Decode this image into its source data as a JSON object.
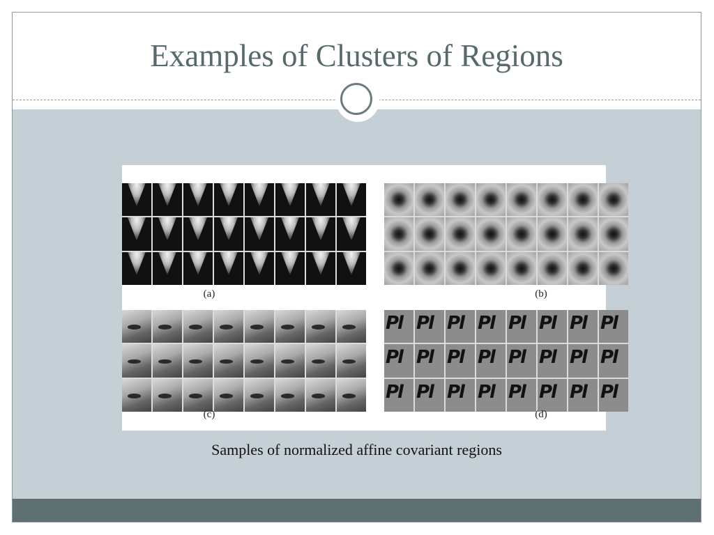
{
  "slide": {
    "title": "Examples of Clusters of Regions",
    "caption": "Samples of normalized affine covariant regions"
  },
  "figure": {
    "panels": [
      {
        "label": "(a)"
      },
      {
        "label": "(b)"
      },
      {
        "label": "(c)"
      },
      {
        "label": "(d)"
      }
    ]
  },
  "colors": {
    "title": "#566a6c",
    "content_background": "#c4d0d6",
    "footer": "#5f7073"
  },
  "icons": {
    "ornament": "circle-ornament-icon"
  }
}
